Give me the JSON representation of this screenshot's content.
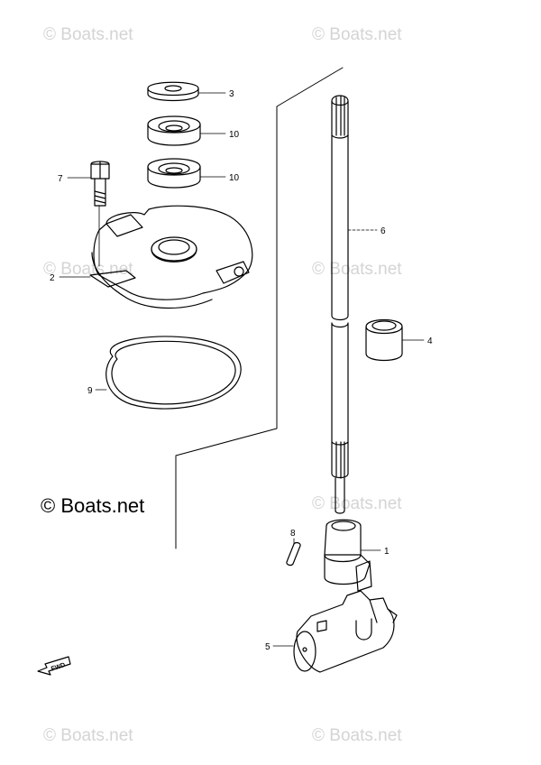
{
  "watermark": "© Boats.net",
  "copyright": "© Boats.net",
  "fwd_label": "FWD",
  "callouts": [
    {
      "id": "3",
      "text": "3"
    },
    {
      "id": "10a",
      "text": "10"
    },
    {
      "id": "7",
      "text": "7"
    },
    {
      "id": "10b",
      "text": "10"
    },
    {
      "id": "6",
      "text": "6"
    },
    {
      "id": "2",
      "text": "2"
    },
    {
      "id": "4",
      "text": "4"
    },
    {
      "id": "9",
      "text": "9"
    },
    {
      "id": "8",
      "text": "8"
    },
    {
      "id": "1",
      "text": "1"
    },
    {
      "id": "5",
      "text": "5"
    }
  ],
  "colors": {
    "line": "#000000",
    "watermark": "#d4d4d4",
    "background": "#ffffff"
  }
}
